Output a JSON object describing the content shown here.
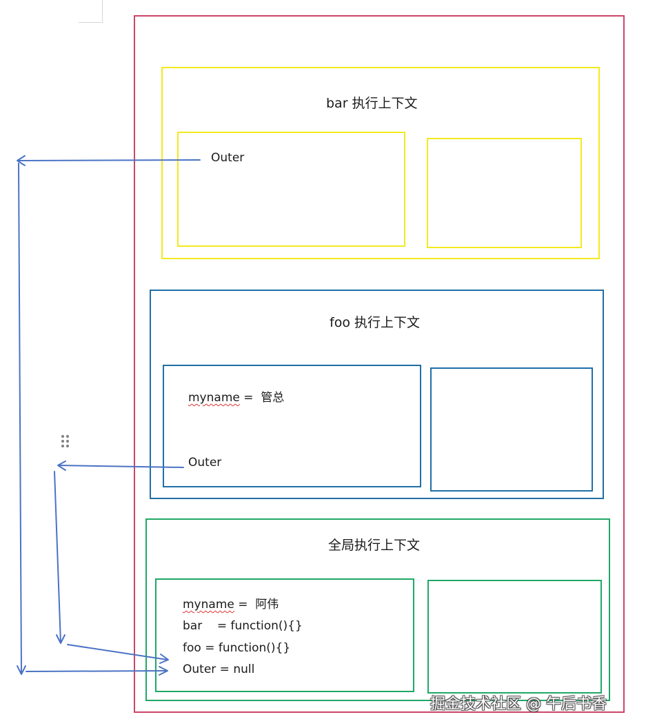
{
  "colors": {
    "outer_border": "#cc4466",
    "bar_border": "#f2ea1e",
    "foo_border": "#1f6ea5",
    "global_border": "#1ea866",
    "arrow": "#4a72c4",
    "squiggle": "#e03030"
  },
  "contexts": {
    "bar": {
      "title": "bar 执行上下文",
      "outer": "Outer"
    },
    "foo": {
      "title": "foo 执行上下文",
      "myname_key": "myname",
      "myname_rest": " =  管总",
      "outer": "Outer"
    },
    "global": {
      "title": "全局执行上下文",
      "myname_key": "myname",
      "myname_rest": " =  阿伟",
      "bar_line": "bar    = function(){}",
      "foo_line": "foo = function(){}",
      "outer_line": "Outer = null"
    }
  },
  "icons": {
    "drag_handle": "drag-handle-icon"
  },
  "watermark": "掘金技术社区 @ 午后书香"
}
